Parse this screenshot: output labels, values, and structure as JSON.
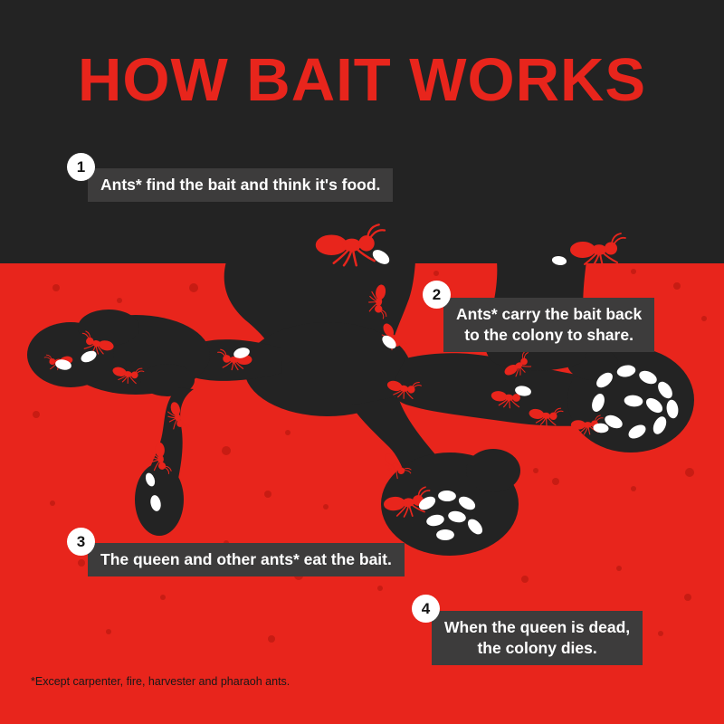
{
  "title": "HOW BAIT WORKS",
  "steps": [
    {
      "number": "1",
      "lines": [
        "Ants* find the bait and think it's food."
      ]
    },
    {
      "number": "2",
      "lines": [
        "Ants* carry the bait back",
        "to the colony to share."
      ]
    },
    {
      "number": "3",
      "lines": [
        "The queen and other ants* eat the bait."
      ]
    },
    {
      "number": "4",
      "lines": [
        "When the queen is dead,",
        "the colony dies."
      ]
    }
  ],
  "footnote": "*Except carpenter, fire, harvester and pharaoh ants.",
  "colors": {
    "background_red": "#e8251c",
    "band_dark": "#232323",
    "colony_dark": "#232323",
    "box_gray": "#3d3c3c",
    "title_red": "#e8251c",
    "text_white": "#ffffff",
    "ant_red": "#e8251c",
    "bait_egg_white": "#ffffff",
    "soil_dot_red": "#c21b12"
  },
  "icons": {
    "colony": "ant-colony-tunnels",
    "ant": "ant-icon",
    "egg": "bait-egg-icon",
    "dots": "soil-dots"
  }
}
